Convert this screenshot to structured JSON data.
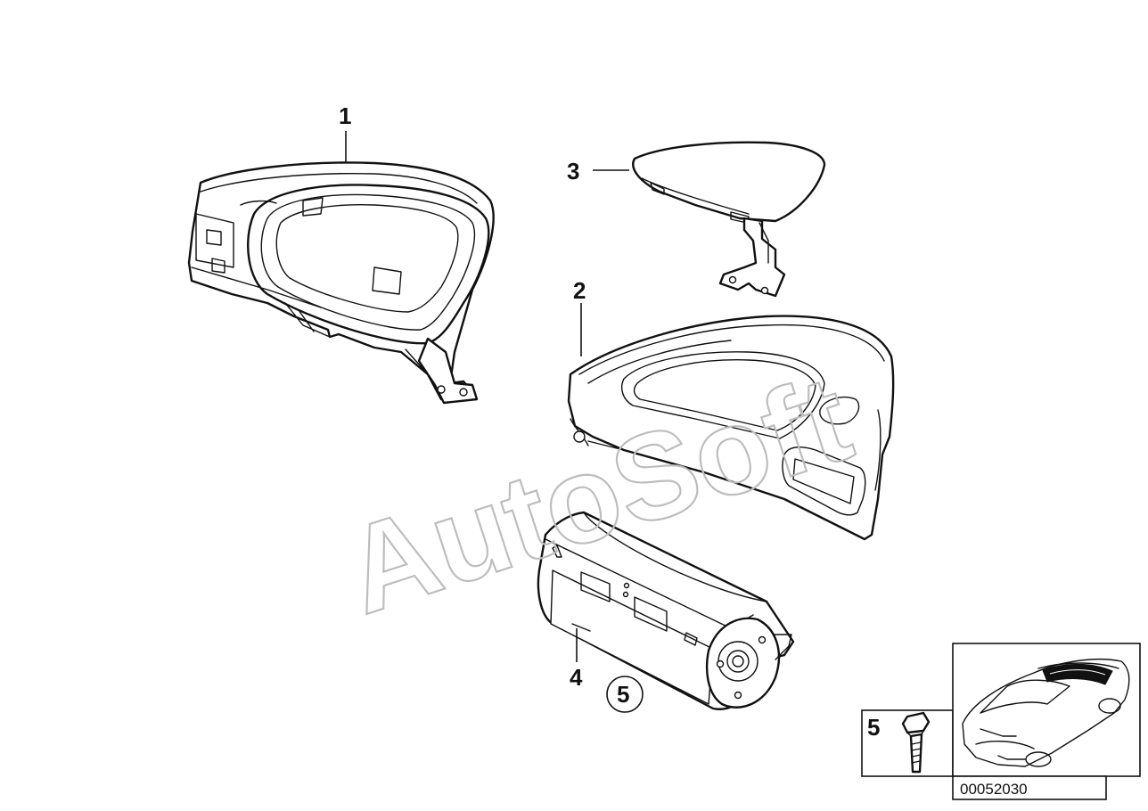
{
  "diagram": {
    "callouts": [
      {
        "id": "1",
        "label": "1"
      },
      {
        "id": "2",
        "label": "2"
      },
      {
        "id": "3",
        "label": "3"
      },
      {
        "id": "4",
        "label": "4"
      },
      {
        "id": "5",
        "label": "5"
      }
    ],
    "watermark": "AutoSoft",
    "inset": {
      "part_label": "5",
      "diagram_code": "00052030"
    }
  }
}
